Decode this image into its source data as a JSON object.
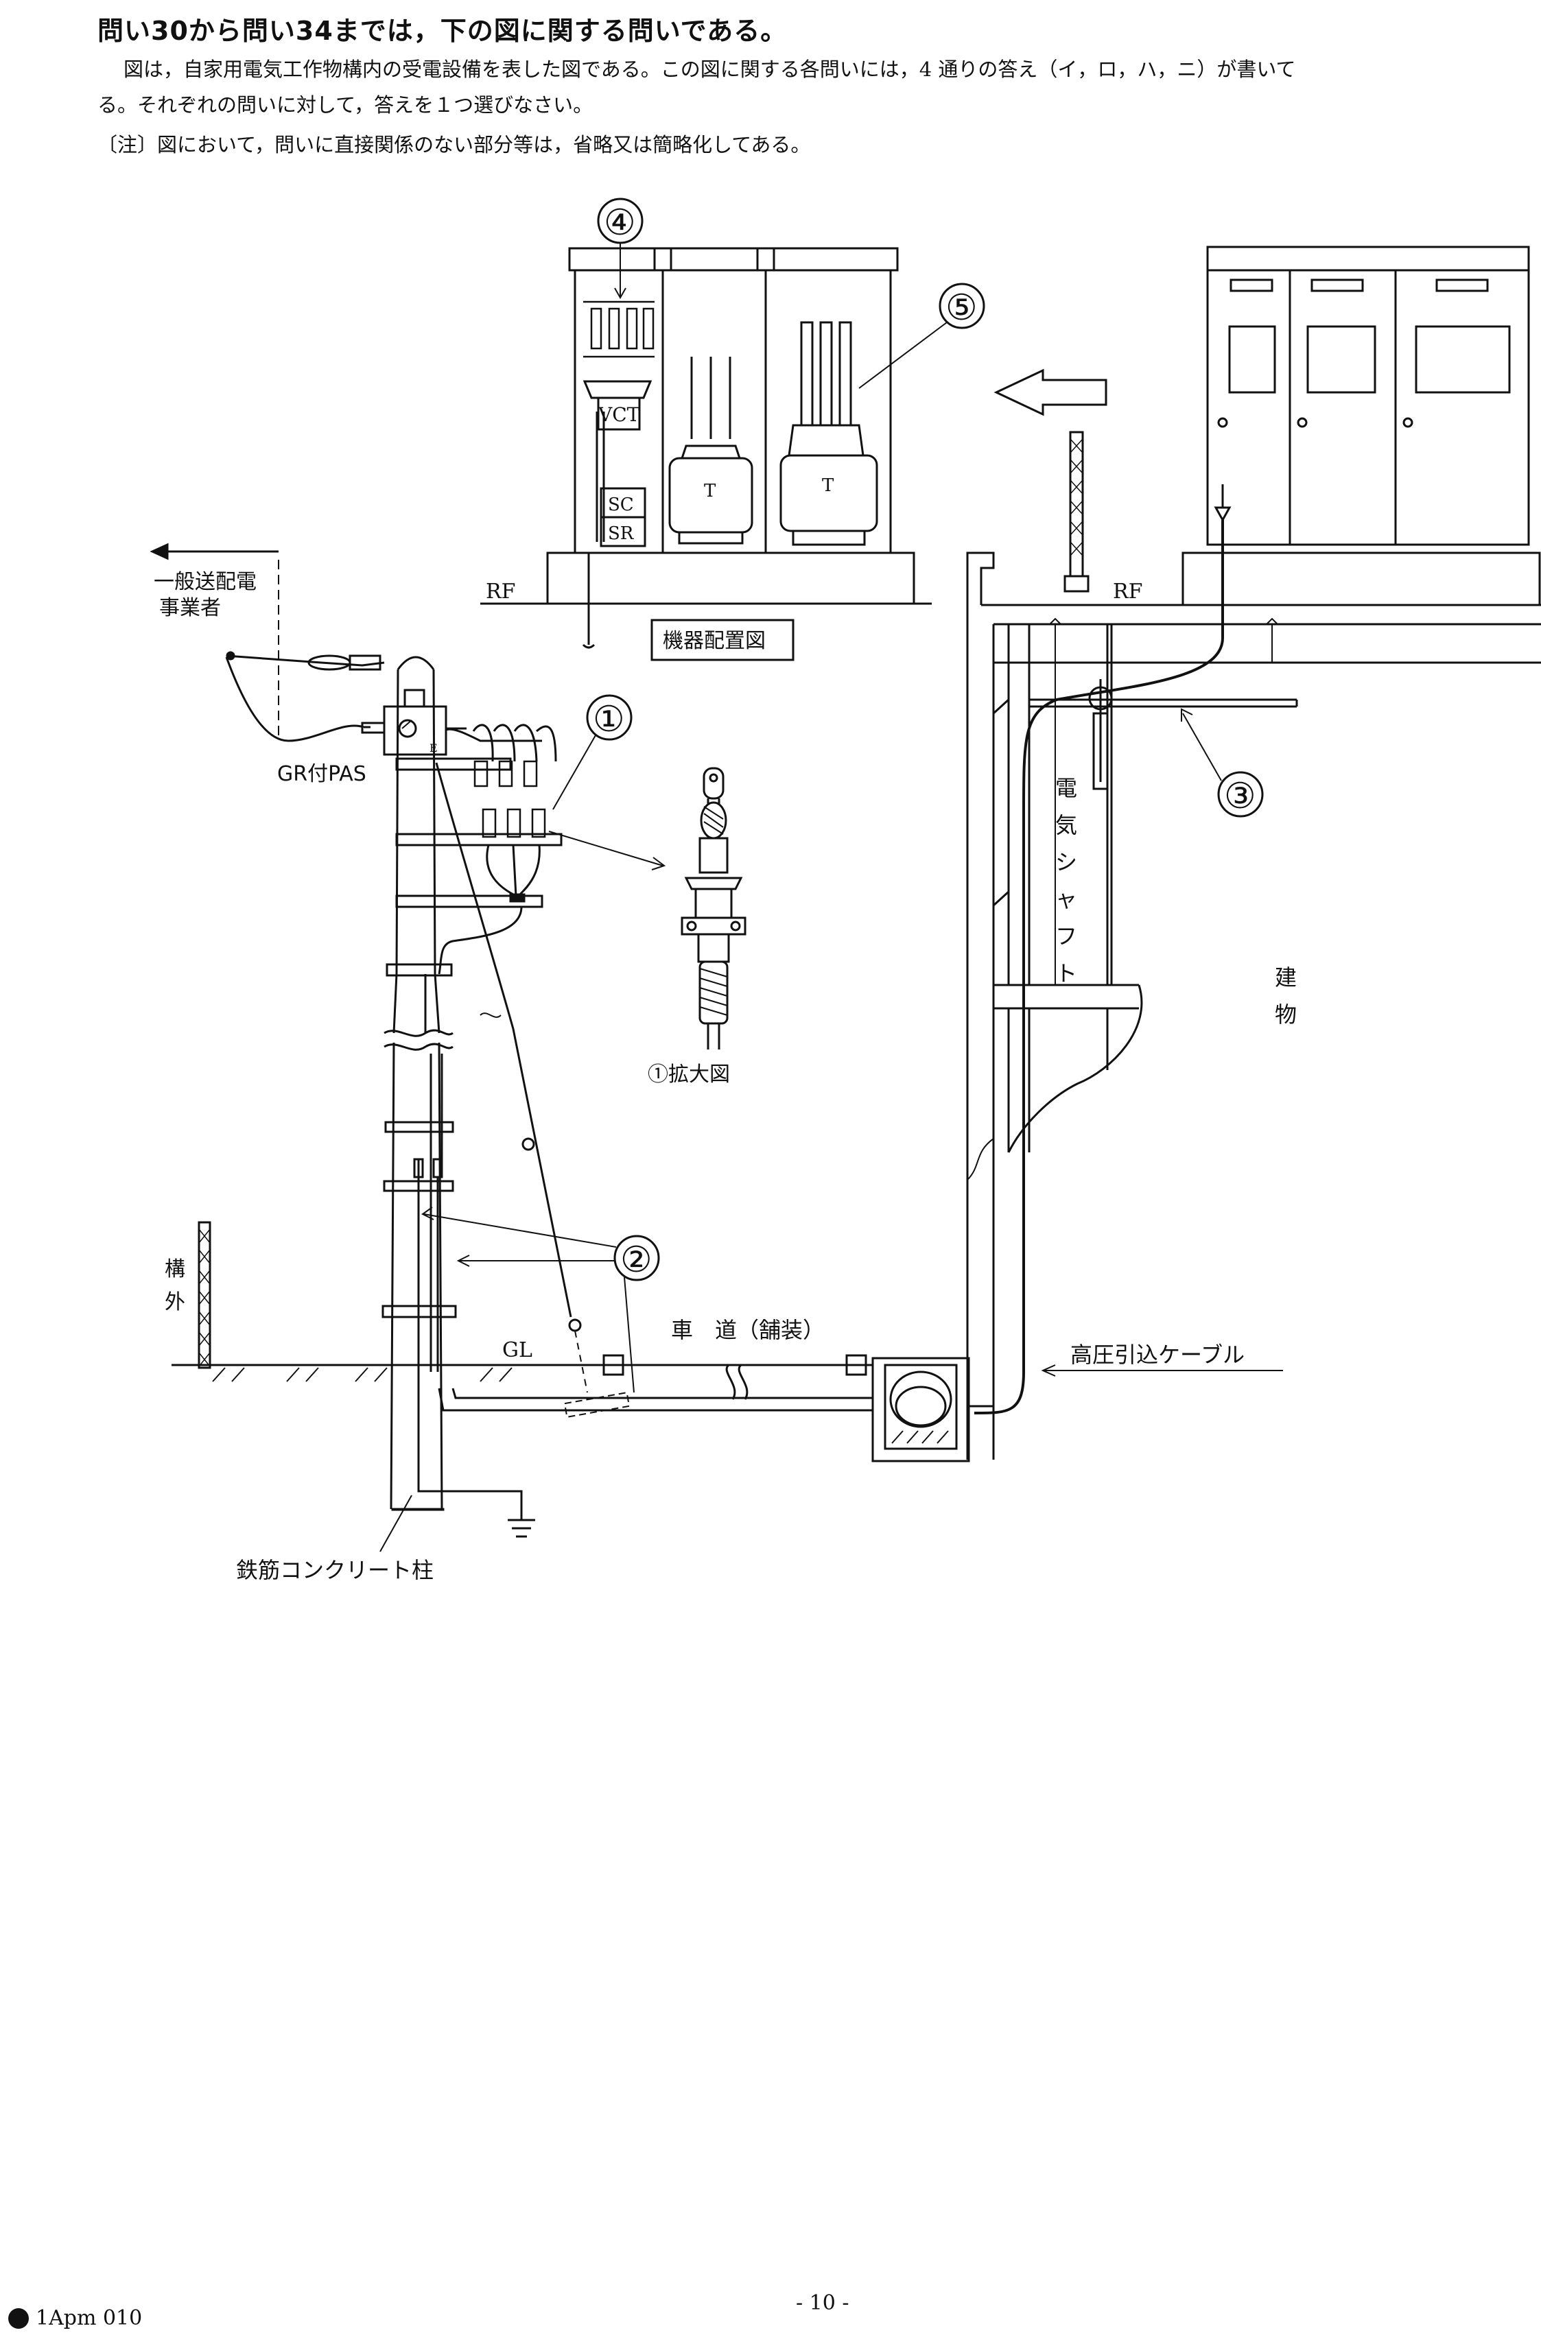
{
  "heading": "問い30から問い34までは，下の図に関する問いである。",
  "intro_line1": "図は，自家用電気工作物構内の受電設備を表した図である。この図に関する各問いには，4 通りの答え（イ，ロ，ハ，ニ）が書いて",
  "intro_line2": "る。それぞれの問いに対して，答えを１つ選びなさい。",
  "note": "〔注〕図において，問いに直接関係のない部分等は，省略又は簡略化してある。",
  "labels": {
    "circle1": "①",
    "circle2": "②",
    "circle3": "③",
    "circle4": "④",
    "circle5": "⑤",
    "utility": [
      "一般送配電",
      "事業者"
    ],
    "rf_left": "RF",
    "rf_right": "RF",
    "layout_caption": "機器配置図",
    "gr_pas": "GR付PAS",
    "vct": "VCT",
    "sc": "SC",
    "sr": "SR",
    "t1": "T",
    "t2": "T",
    "e_mark": "E",
    "enlarged": "①拡大図",
    "shaft": [
      "電",
      "気",
      "シ",
      "ャ",
      "フ",
      "ト"
    ],
    "building": [
      "建",
      "物"
    ],
    "outside": [
      "構",
      "外"
    ],
    "gl": "GL",
    "roadway": "車　道（舗装）",
    "hv_cable": "高圧引込ケーブル",
    "pole": "鉄筋コンクリート柱"
  },
  "footer": {
    "code": "1Apm 010",
    "page": "- 10 -"
  }
}
